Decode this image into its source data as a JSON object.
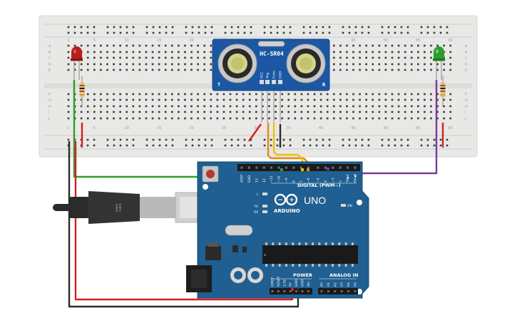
{
  "breadboard": {
    "column_numbers": [
      "1",
      "5",
      "10",
      "15",
      "20",
      "25",
      "30",
      "35",
      "40",
      "45",
      "50",
      "55",
      "60"
    ],
    "row_letters_top": [
      "A",
      "B",
      "C",
      "D",
      "E"
    ],
    "row_letters_bottom": [
      "F",
      "G",
      "H",
      "I",
      "J"
    ]
  },
  "sensor": {
    "model": "HC-SR04",
    "pins": [
      "VCC",
      "Trig",
      "Echo",
      "GND"
    ],
    "left_label": "T",
    "right_label": "R"
  },
  "arduino": {
    "logo_text": "ARDUINO",
    "model_text": "UNO",
    "digital_header": "DIGITAL (PWM~)",
    "on_label": "ON",
    "tx_label": "TX",
    "rx_label": "RX",
    "l_label": "L",
    "power_label": "POWER",
    "analog_label": "ANALOG IN",
    "power_pins": [
      "IOREF",
      "RESET",
      "3.3V",
      "5V",
      "GND",
      "GND",
      "Vin"
    ],
    "analog_pins": [
      "A0",
      "A1",
      "A2",
      "A3",
      "A4",
      "A5"
    ],
    "digital_pins": [
      "AREF",
      "GND",
      "13",
      "12",
      "~11",
      "~10",
      "~9",
      "8",
      "7",
      "~6",
      "~5",
      "4",
      "~3",
      "2",
      "TX▶1",
      "RX◀0"
    ]
  },
  "colors": {
    "board_blue": "#1f5f91",
    "breadboard": "#e8e8e6",
    "wire_green": "#2aa12a",
    "wire_red": "#d42020",
    "wire_black": "#2a2a2a",
    "wire_purple": "#7b3a9e",
    "wire_orange": "#e58a10",
    "wire_yellow": "#e8c20a",
    "led_red": "#b81d1d",
    "led_green": "#2e9d2e"
  }
}
